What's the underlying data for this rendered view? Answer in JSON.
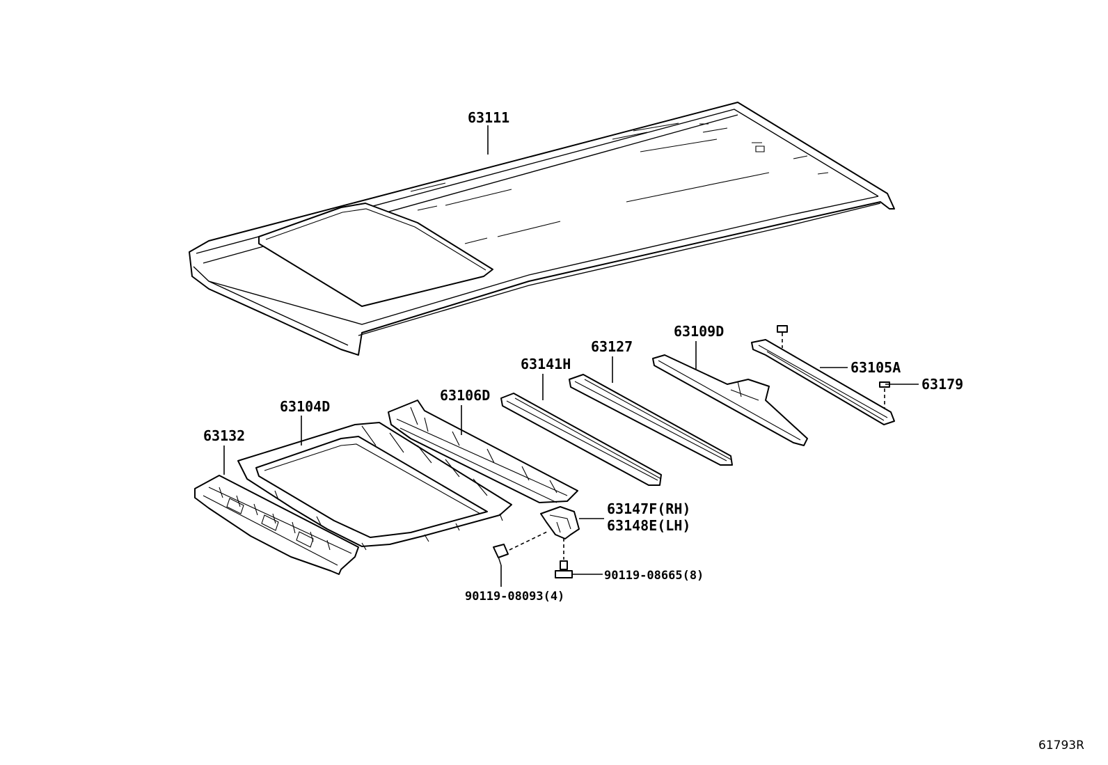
{
  "colors": {
    "line": "#000000",
    "background": "#ffffff"
  },
  "callouts": {
    "roof_panel": "63111",
    "front_header": "63132",
    "sunroof_reinforcement": "63104D",
    "bow_6": "63106D",
    "bow_41": "63141H",
    "bow_27": "63127",
    "bow_09": "63109D",
    "rear_header": "63105A",
    "clip_79": "63179",
    "bracket_rh": "63147F(RH)",
    "bracket_lh": "63148E(LH)",
    "bolt_a": "90119-08093(4)",
    "bolt_b": "90119-08665(8)"
  },
  "figure_ref": "61793R"
}
